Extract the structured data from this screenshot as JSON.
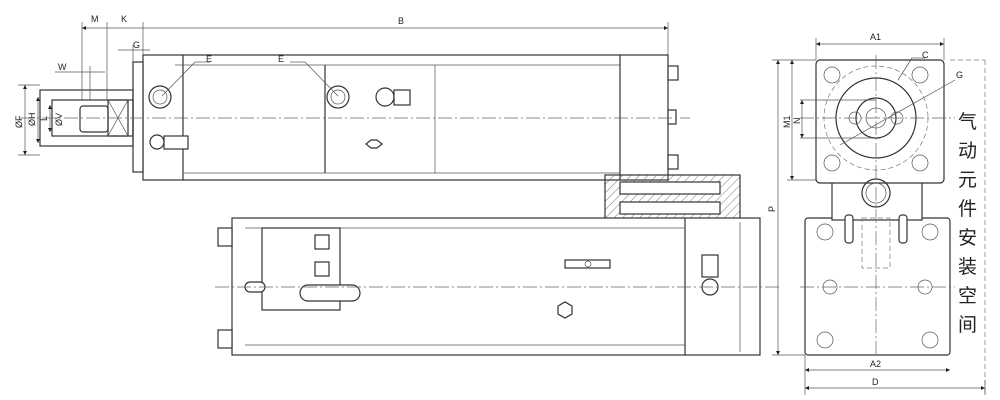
{
  "labels": {
    "M": "M",
    "K": "K",
    "W": "W",
    "G": "G",
    "E1": "E",
    "E2": "E",
    "B": "B",
    "F": "ØF",
    "H": "ØH",
    "L": "L",
    "V": "ØV",
    "A1": "A1",
    "C": "C",
    "G2": "G",
    "M1": "M1",
    "N": "N",
    "P": "P",
    "A2": "A2",
    "D": "D"
  },
  "note": [
    "气",
    "动",
    "元",
    "件",
    "安",
    "装",
    "空",
    "间"
  ]
}
